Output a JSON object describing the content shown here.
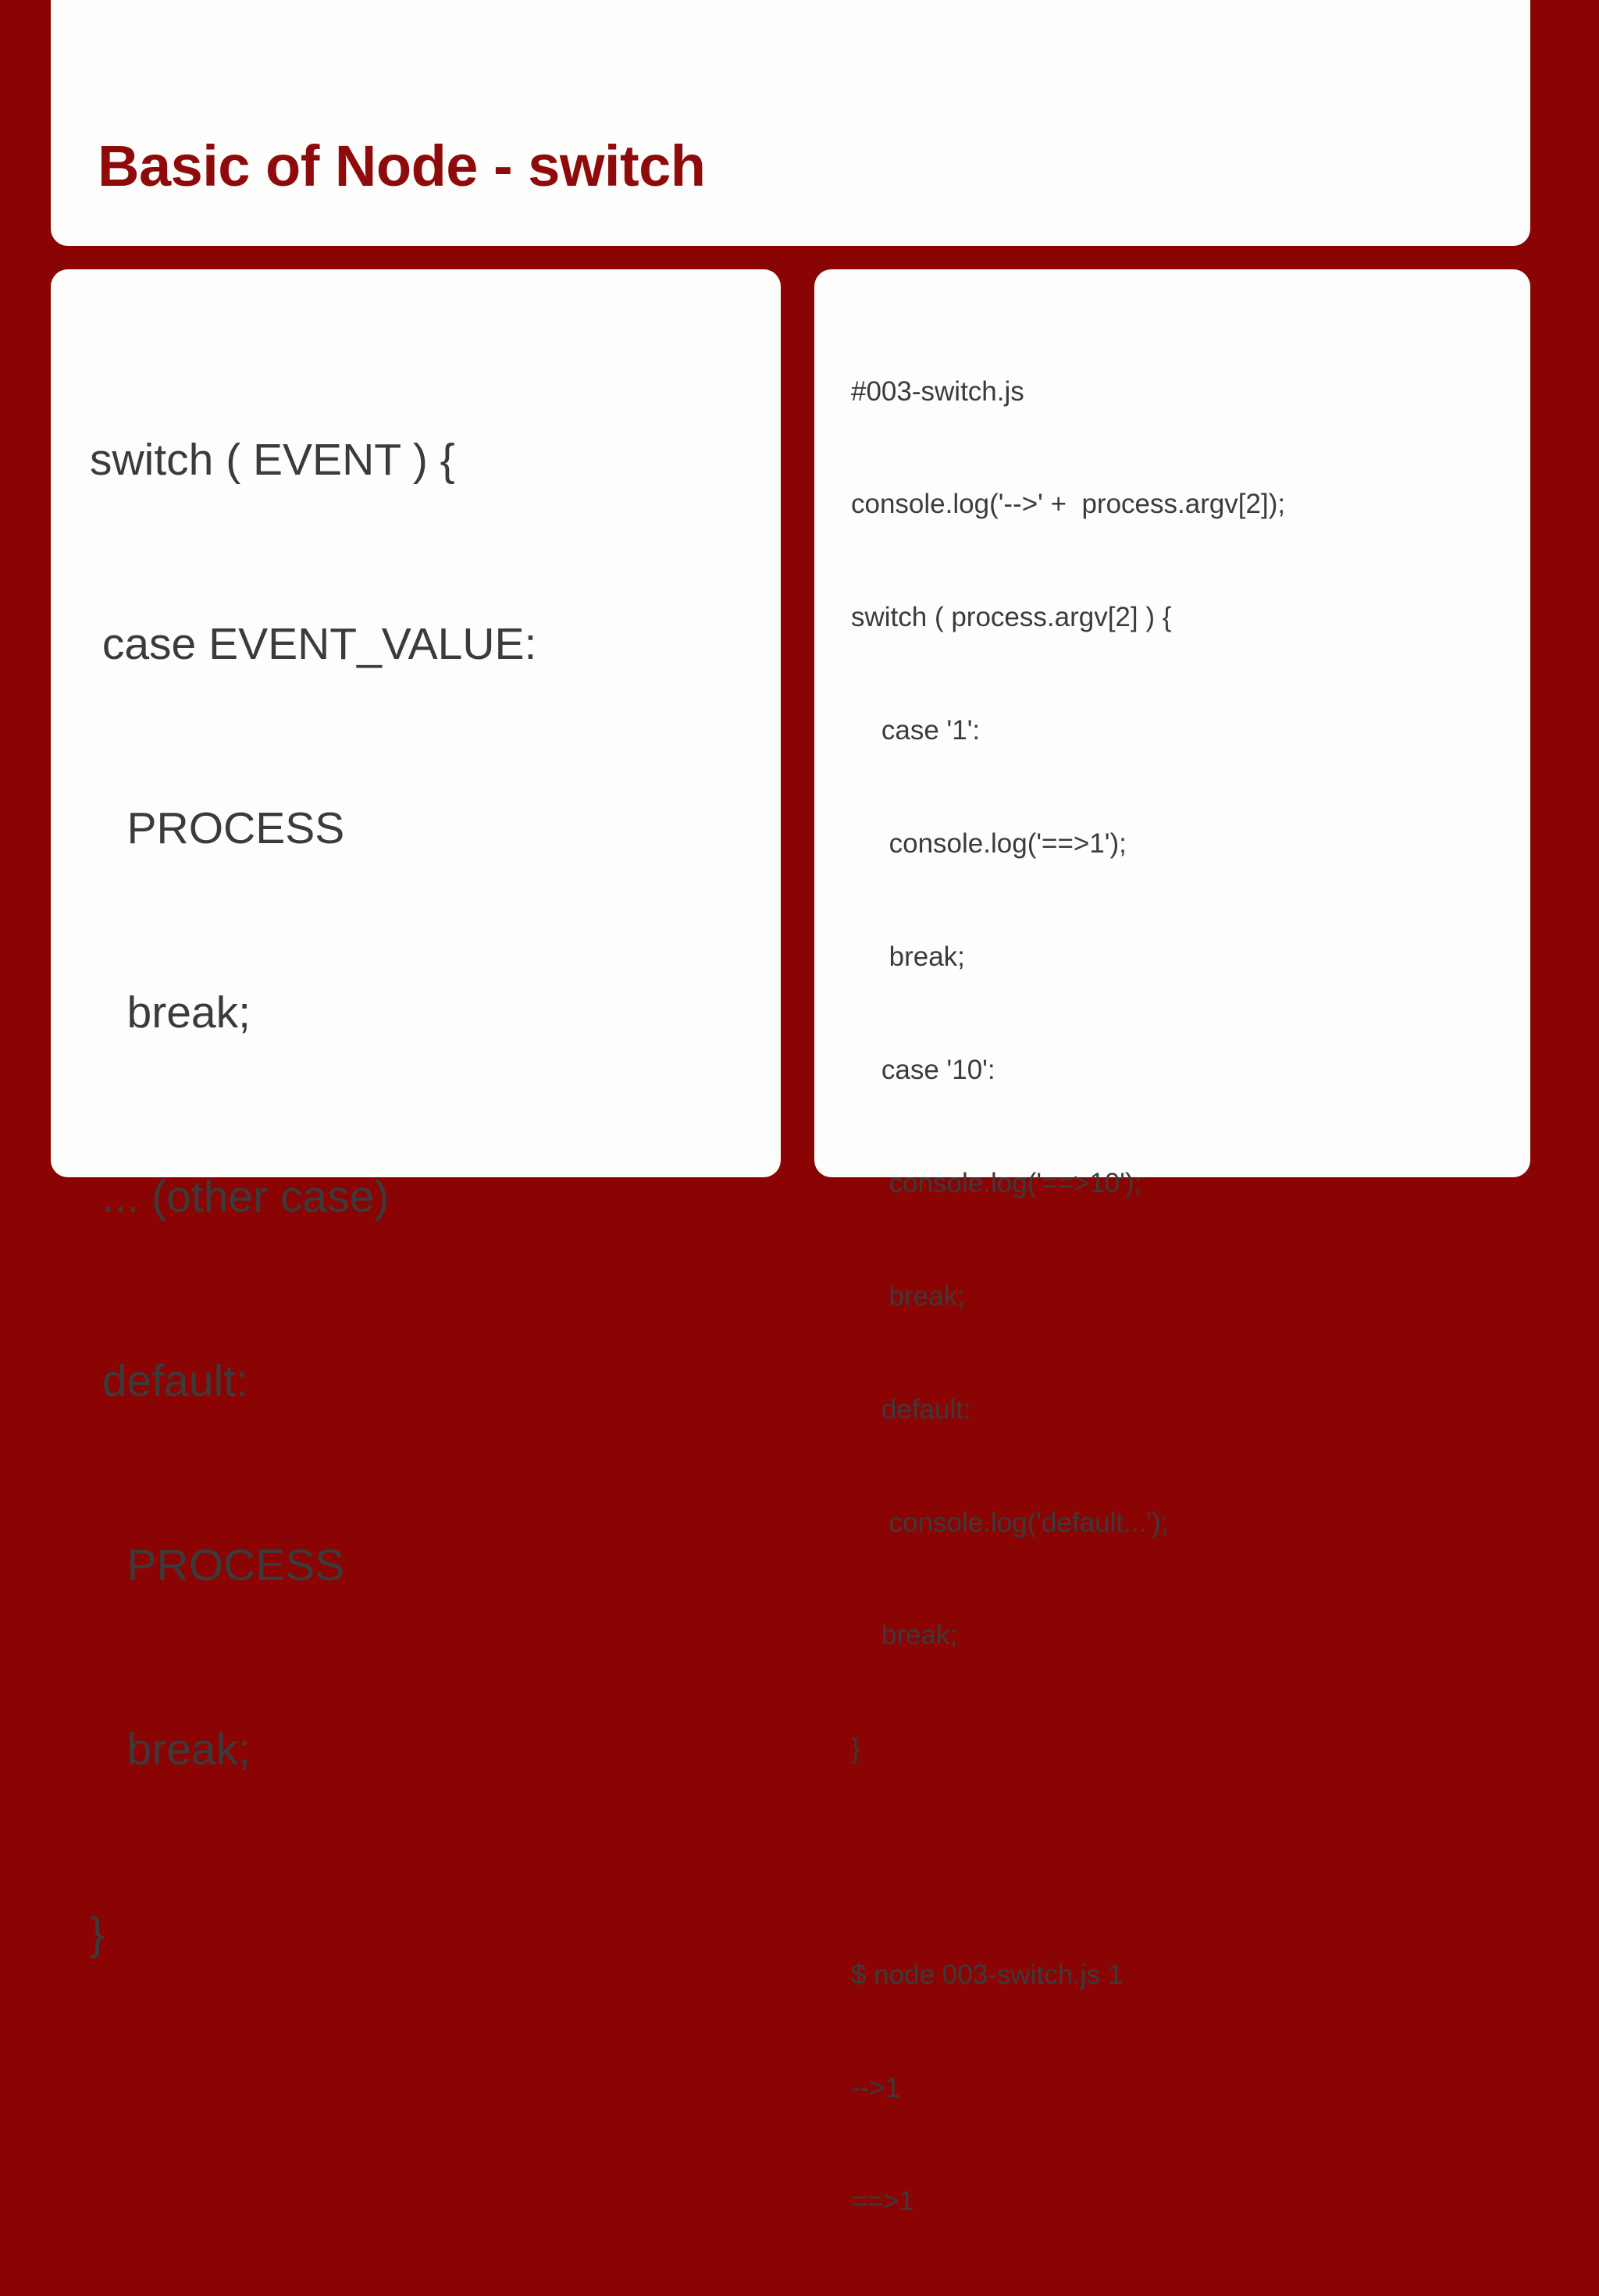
{
  "theme": {
    "background_color": "#8b0404",
    "card_color": "#fdfdfb",
    "title_color": "#8f0b0b",
    "code_color": "#3b3b3b"
  },
  "title": "Basic of Node - switch",
  "left_panel": {
    "name": "switch-pseudocode",
    "lines": [
      "switch ( EVENT ) {",
      " case EVENT_VALUE:",
      "   PROCESS",
      "   break;",
      " ... (other case)",
      " default:",
      "   PROCESS",
      "   break;",
      "}"
    ]
  },
  "right_panel": {
    "name": "switch-example",
    "file_comment": "#003-switch.js",
    "code_lines": [
      "#003-switch.js",
      "console.log('-->' +  process.argv[2]);",
      "switch ( process.argv[2] ) {",
      "    case '1':",
      "     console.log('==>1');",
      "     break;",
      "    case '10':",
      "     console.log('==>10');",
      "     break;",
      "    default:",
      "     console.log('default...');",
      "    break;",
      "}"
    ],
    "terminal_lines": [
      "$ node 003-switch.js 1",
      "-->1",
      "==>1"
    ]
  }
}
